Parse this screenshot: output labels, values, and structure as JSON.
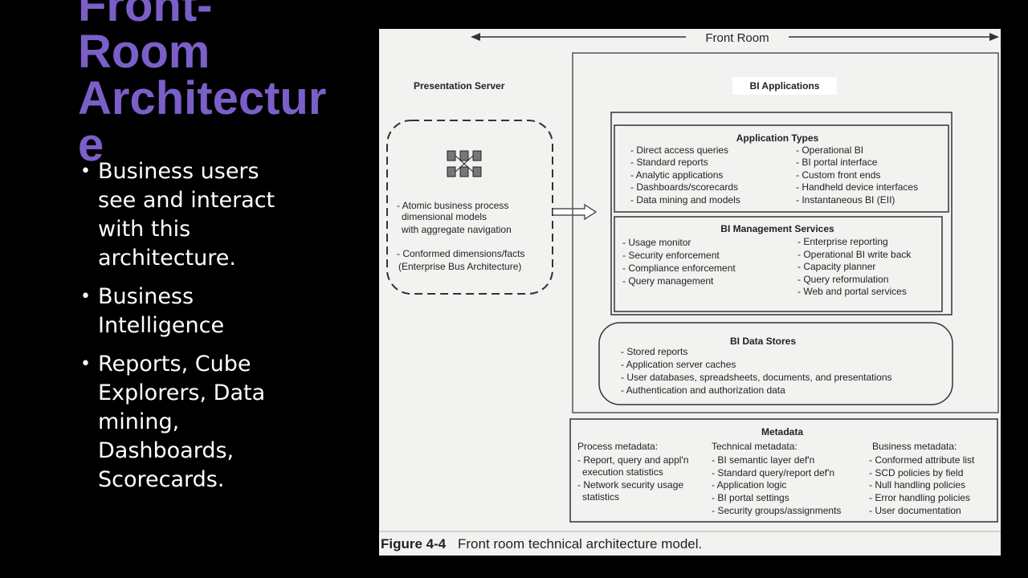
{
  "slide": {
    "title_lines": [
      "Front-",
      "Room",
      "Architectur",
      "e"
    ],
    "bullets": [
      "Business users see and interact with this architecture.",
      "Business Intelligence",
      "Reports, Cube Explorers, Data mining, Dashboards, Scorecards."
    ]
  },
  "figure": {
    "front_room_label": "Front Room",
    "presentation_server": {
      "title": "Presentation Server",
      "lines_1": [
        "- Atomic business process",
        "dimensional models",
        "with aggregate navigation"
      ],
      "lines_2": [
        "- Conformed dimensions/facts",
        "(Enterprise Bus Architecture)"
      ]
    },
    "bi_applications_label": "BI Applications",
    "application_types": {
      "title": "Application Types",
      "left": [
        "- Direct access queries",
        "- Standard reports",
        "- Analytic applications",
        "- Dashboards/scorecards",
        "- Data mining and models"
      ],
      "right": [
        "- Operational BI",
        "- BI portal interface",
        "- Custom front ends",
        "- Handheld device interfaces",
        "- Instantaneous BI (EII)"
      ]
    },
    "bi_management_services": {
      "title": "BI Management Services",
      "left": [
        "- Usage monitor",
        "- Security enforcement",
        "- Compliance enforcement",
        "- Query management"
      ],
      "right": [
        "- Enterprise reporting",
        "- Operational BI write back",
        "- Capacity planner",
        "- Query reformulation",
        "- Web and portal services"
      ]
    },
    "bi_data_stores": {
      "title": "BI Data Stores",
      "items": [
        "- Stored reports",
        "- Application server caches",
        "- User databases, spreadsheets, documents, and presentations",
        "- Authentication and authorization data"
      ]
    },
    "metadata": {
      "title": "Metadata",
      "process": [
        "Process metadata:",
        "- Report, query and appl'n",
        "execution statistics",
        "- Network security usage",
        "statistics"
      ],
      "technical": [
        "Technical metadata:",
        "- BI semantic layer def'n",
        "- Standard query/report def'n",
        "- Application logic",
        "- BI portal settings",
        "- Security groups/assignments"
      ],
      "business": [
        "Business metadata:",
        "- Conformed attribute list",
        "- SCD policies by field",
        "- Null handling policies",
        "- Error handling policies",
        "- User documentation"
      ]
    },
    "caption_bold": "Figure 4-4",
    "caption_text": "Front room technical architecture model."
  }
}
